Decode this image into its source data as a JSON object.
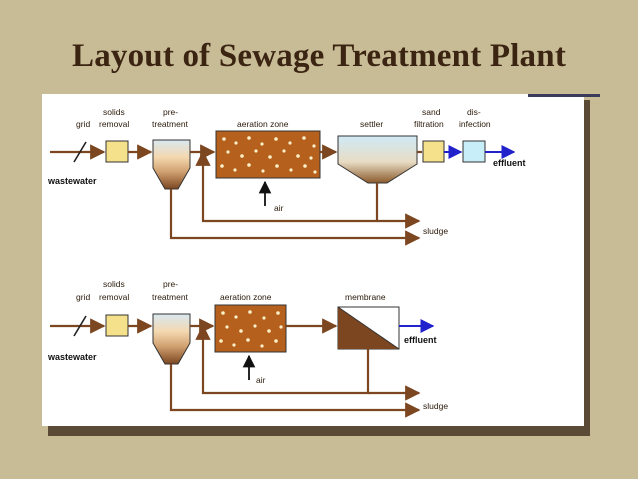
{
  "title": "Layout of Sewage Treatment Plant",
  "colors": {
    "background": "#c8bc96",
    "title": "#3b2412",
    "pipe": "#7b4620",
    "effluent_arrow": "#2222cc",
    "filter_box": "#f5e08c",
    "disinfection_box": "#c8eefa",
    "aeration_fill": "#b5601c",
    "membrane_fill": "#7b4620"
  },
  "diagram1": {
    "grid": "grid",
    "solids_removal_1": "solids",
    "solids_removal_2": "removal",
    "pretreatment_1": "pre-",
    "pretreatment_2": "treatment",
    "aeration_zone": "aeration zone",
    "settler": "settler",
    "sand_filtration_1": "sand",
    "sand_filtration_2": "filtration",
    "disinfection_1": "dis-",
    "disinfection_2": "infection",
    "wastewater": "wastewater",
    "effluent": "effluent",
    "air": "air",
    "sludge": "sludge"
  },
  "diagram2": {
    "grid": "grid",
    "solids_removal_1": "solids",
    "solids_removal_2": "removal",
    "pretreatment_1": "pre-",
    "pretreatment_2": "treatment",
    "aeration_zone": "aeration zone",
    "membrane": "membrane",
    "wastewater": "wastewater",
    "effluent": "effluent",
    "air": "air",
    "sludge": "sludge"
  }
}
